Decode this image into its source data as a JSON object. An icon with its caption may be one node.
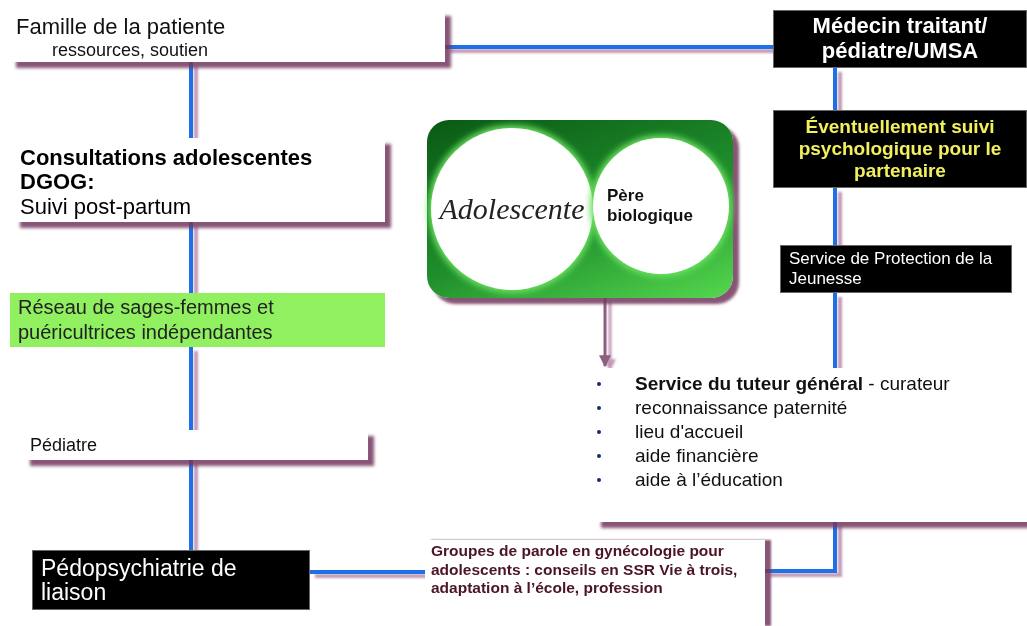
{
  "diagram": {
    "nodes": [
      {
        "text": [
          "Famille de la patiente",
          "ressources, soutien"
        ]
      },
      {
        "text": [
          "Médecin traitant/ pédiatre/UMSA"
        ]
      },
      {
        "text": [
          "Consultations adolescentes DGOG:",
          "Suivi post-partum"
        ]
      },
      {
        "text": [
          "Réseau de sages-femmes et puéricultrices indépendantes"
        ]
      },
      {
        "text": [
          "Pédiatre"
        ]
      },
      {
        "text": [
          "Pédopsychiatrie de liaison"
        ]
      },
      {
        "text": [],
        "shape": "box"
      },
      {
        "text": [
          "Adolescente"
        ],
        "in": 6
      },
      {
        "text": [
          "Père biologique"
        ],
        "in": 6
      },
      {
        "text": [
          "Éventuellement suivi psychologique pour le partenaire"
        ]
      },
      {
        "text": [
          "Service de Protection de la Jeunesse"
        ]
      },
      {
        "text": [
          "**Service du tuteur général** - curateur",
          "reconnaissance paternité",
          "lieu d'accueil",
          "aide financière",
          "aide à l’éducation"
        ]
      },
      {
        "text": [
          "Groupes de parole en gynécologie pour adolescents : conseils en SSR Vie à trois, adaptation à l’école, profession"
        ]
      }
    ],
    "edges": [
      {
        "from": 0,
        "to": 1,
        "arrow": "none"
      },
      {
        "from": 0,
        "to": 2,
        "arrow": "none"
      },
      {
        "from": 2,
        "to": 3,
        "arrow": "none"
      },
      {
        "from": 3,
        "to": 4,
        "arrow": "none"
      },
      {
        "from": 4,
        "to": 5,
        "arrow": "none"
      },
      {
        "from": 1,
        "to": 9,
        "arrow": "none"
      },
      {
        "from": 9,
        "to": 10,
        "arrow": "none"
      },
      {
        "from": 10,
        "to": 11,
        "arrow": "none"
      },
      {
        "from": 11,
        "to": 12,
        "arrow": "none"
      },
      {
        "from": 5,
        "to": 12,
        "arrow": "none"
      },
      {
        "from": 6,
        "to": 11,
        "arrow": "to",
        "color": "#8b5f7d"
      }
    ]
  }
}
